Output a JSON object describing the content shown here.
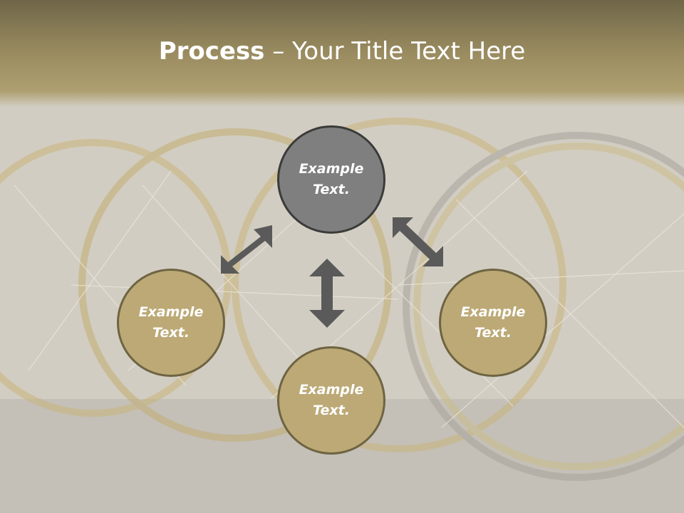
{
  "slide": {
    "title_bold": "Process",
    "title_rest": " – Your Title Text Here"
  },
  "diagram": {
    "nodes": [
      {
        "label": "Example Text.",
        "color": "#7f7f7f"
      },
      {
        "label": "Example Text.",
        "color": "#bca976"
      },
      {
        "label": "Example Text.",
        "color": "#bca976"
      },
      {
        "label": "Example Text.",
        "color": "#bca976"
      }
    ],
    "arrow_color": "#5a5a5a"
  }
}
